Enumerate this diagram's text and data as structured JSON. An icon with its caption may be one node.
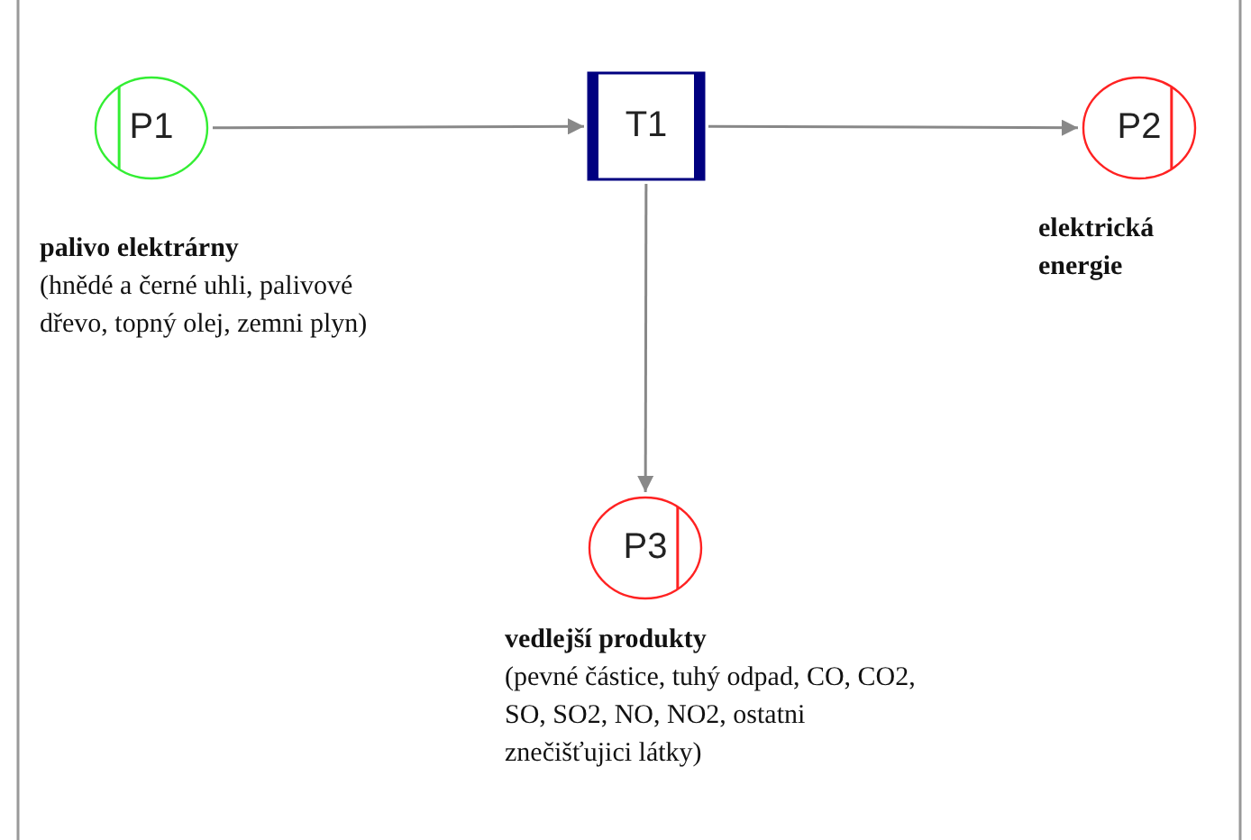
{
  "diagram": {
    "nodes": [
      {
        "text": [
          "P1"
        ],
        "beside": [
          "palivo elektrárny",
          "(hnědé a černé uhli, palivové dřevo, topný olej, zemni plyn)"
        ]
      },
      {
        "text": [
          "T1"
        ]
      },
      {
        "text": [
          "P2"
        ],
        "beside": [
          "elektrická energie"
        ]
      },
      {
        "text": [
          "P3"
        ],
        "beside": [
          "vedlejší produkty",
          "(pevné částice, tuhý odpad, CO, CO2, SO, SO2, NO, NO2, ostatni znečišťujici látky)"
        ]
      }
    ],
    "edges": [
      {
        "from": 0,
        "to": 1,
        "arrow": "to"
      },
      {
        "from": 1,
        "to": 2,
        "arrow": "to"
      },
      {
        "from": 1,
        "to": 3,
        "arrow": "to"
      }
    ]
  }
}
